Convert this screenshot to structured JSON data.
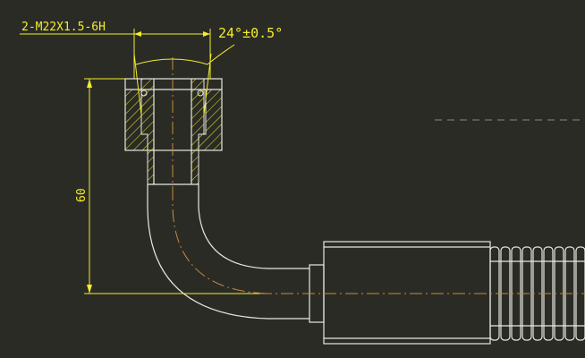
{
  "drawing": {
    "thread_callout": "2-M22X1.5-6H",
    "angle_callout": "24°±0.5°",
    "height_dimension": "60",
    "colors": {
      "background": "#2b2b26",
      "geometry": "#e8e8e2",
      "dimension": "#f2ee2a",
      "centerline": "#c48a3a"
    }
  }
}
